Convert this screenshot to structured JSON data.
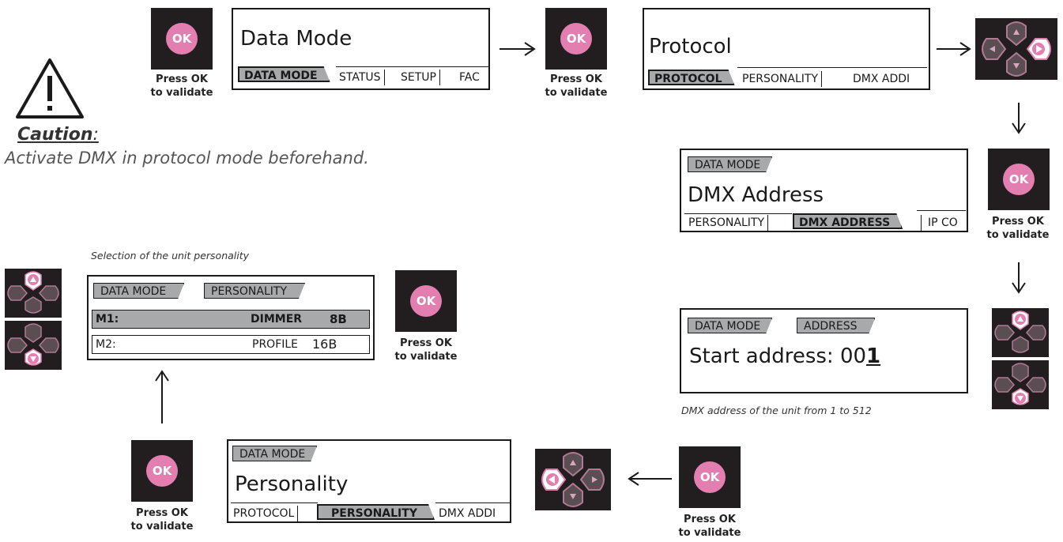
{
  "caution": {
    "label": "Caution",
    "colon": ":",
    "text": "Activate DMX in protocol mode beforehand.",
    "icon": "warning-triangle-icon"
  },
  "press_ok": {
    "line1": "Press OK",
    "line2": "to validate",
    "line1_alt": "Press  OK"
  },
  "ok_key": "OK",
  "screen_data_mode": {
    "title": "Data Mode",
    "tabs": [
      "DATA MODE",
      "STATUS",
      "SETUP",
      "FAC"
    ]
  },
  "screen_protocol": {
    "title": "Protocol",
    "tabs": [
      "PROTOCOL",
      "PERSONALITY",
      "DMX ADDI"
    ]
  },
  "screen_dmx_address": {
    "tag": "DATA MODE",
    "title": "DMX Address",
    "tabs": [
      "PERSONALITY",
      "DMX ADDRESS",
      "IP CO"
    ]
  },
  "screen_start_address": {
    "tags": [
      "DATA MODE",
      "ADDRESS"
    ],
    "title_prefix": "Start address: 00",
    "title_cursor": "1"
  },
  "note_dmx": "DMX address of the unit from 1 to 512",
  "screen_personality_menu": {
    "tag": "DATA MODE",
    "title": "Personality",
    "tabs": [
      "PROTOCOL",
      "PERSONALITY",
      "DMX ADDI"
    ]
  },
  "note_personality": "Selection of the unit personality",
  "screen_personality_select": {
    "tags": [
      "DATA MODE",
      "PERSONALITY"
    ],
    "rows": [
      {
        "mode": "M1:",
        "name": "DIMMER",
        "size": "8B",
        "selected": true
      },
      {
        "mode": "M2:",
        "name": "PROFILE",
        "size": "16B",
        "selected": false
      }
    ]
  },
  "colors": {
    "key_bg": "#221e1f",
    "accent_pink": "#e37fb0",
    "tab_gray": "#a8a9ab"
  }
}
